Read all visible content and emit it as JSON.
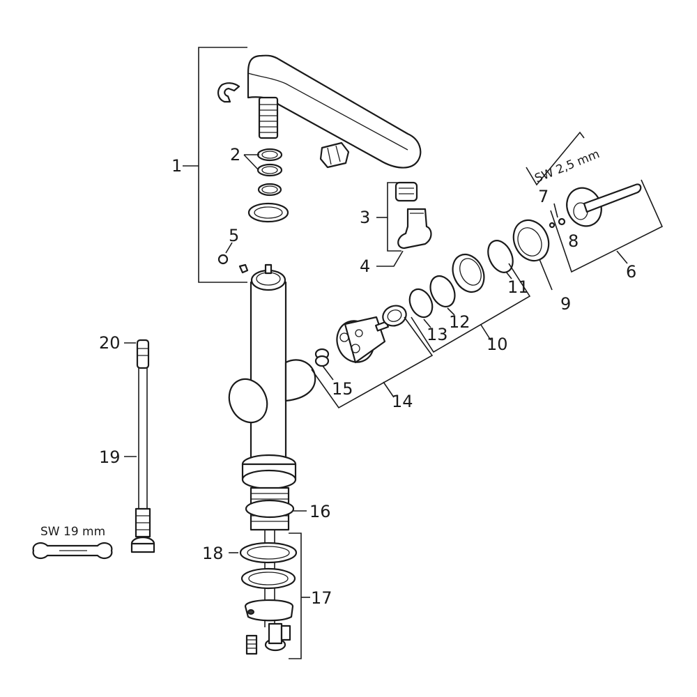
{
  "part_labels": {
    "p1": "1",
    "p2": "2",
    "p3": "3",
    "p4": "4",
    "p5": "5",
    "p6": "6",
    "p7": "7",
    "p8": "8",
    "p9": "9",
    "p10": "10",
    "p11": "11",
    "p12": "12",
    "p13": "13",
    "p14": "14",
    "p15": "15",
    "p16": "16",
    "p17": "17",
    "p18": "18",
    "p19": "19",
    "p20": "20"
  },
  "tools": {
    "allen_key": "SW 2,5 mm",
    "wrench": "SW 19 mm"
  },
  "colors": {
    "line": "#1a1a1a",
    "background": "#ffffff"
  }
}
